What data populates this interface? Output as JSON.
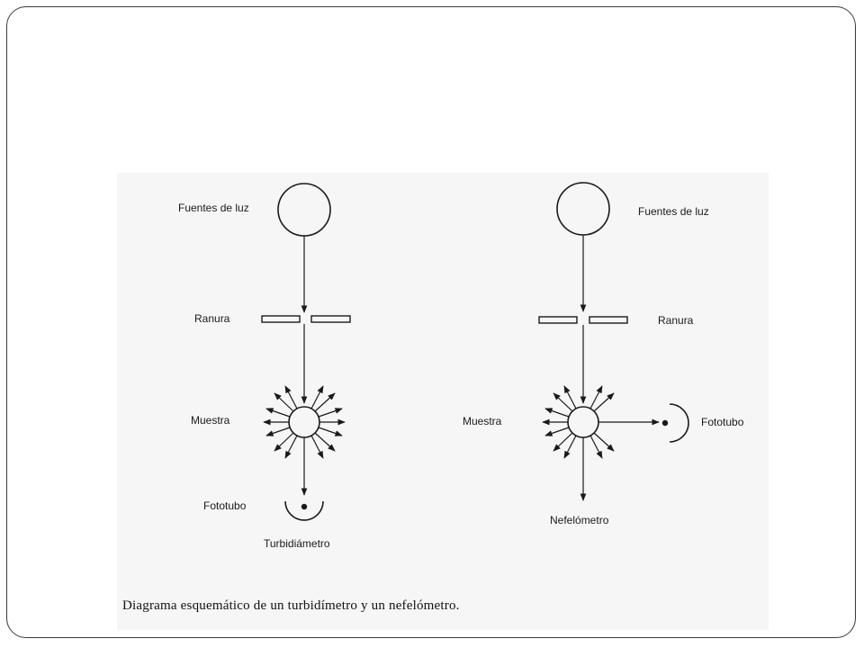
{
  "turbidimetro": {
    "fuentes": "Fuentes de luz",
    "ranura": "Ranura",
    "muestra": "Muestra",
    "fototubo": "Fototubo",
    "instrumento": "Turbidiámetro"
  },
  "nefelometro": {
    "fuentes": "Fuentes de luz",
    "ranura": "Ranura",
    "muestra": "Muestra",
    "fototubo": "Fototubo",
    "instrumento": "Nefelómetro"
  },
  "caption": "Diagrama esquemático de un turbidímetro y un nefelómetro."
}
